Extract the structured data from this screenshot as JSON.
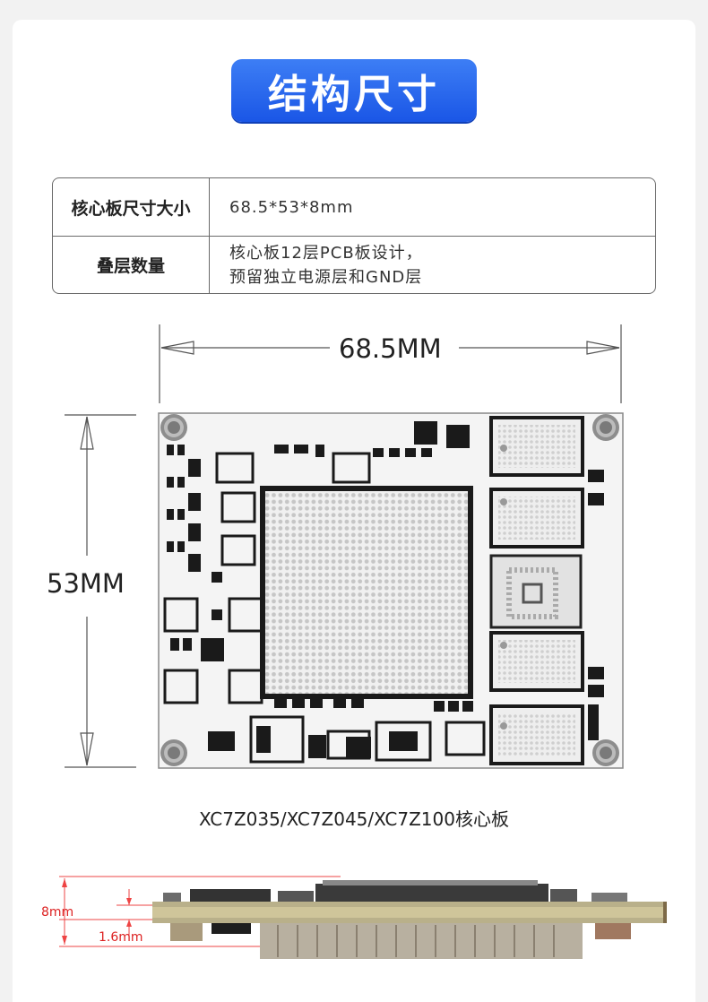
{
  "title": "结构尺寸",
  "specs": [
    {
      "label": "核心板尺寸大小",
      "value_lines": [
        "68.5*53*8mm"
      ]
    },
    {
      "label": "叠层数量",
      "value_lines": [
        "核心板12层PCB板设计，",
        "预留独立电源层和GND层"
      ]
    }
  ],
  "dimensions": {
    "width": "68.5MM",
    "height": "53MM"
  },
  "board_caption": "XC7Z035/XC7Z045/XC7Z100核心板",
  "side_view": {
    "total_thickness": "8mm",
    "pcb_thickness": "1.6mm"
  },
  "colors": {
    "accent_blue": "#1a56e6",
    "pcb_white": "#f4f4f4",
    "dimension_red": "#dd2222"
  }
}
